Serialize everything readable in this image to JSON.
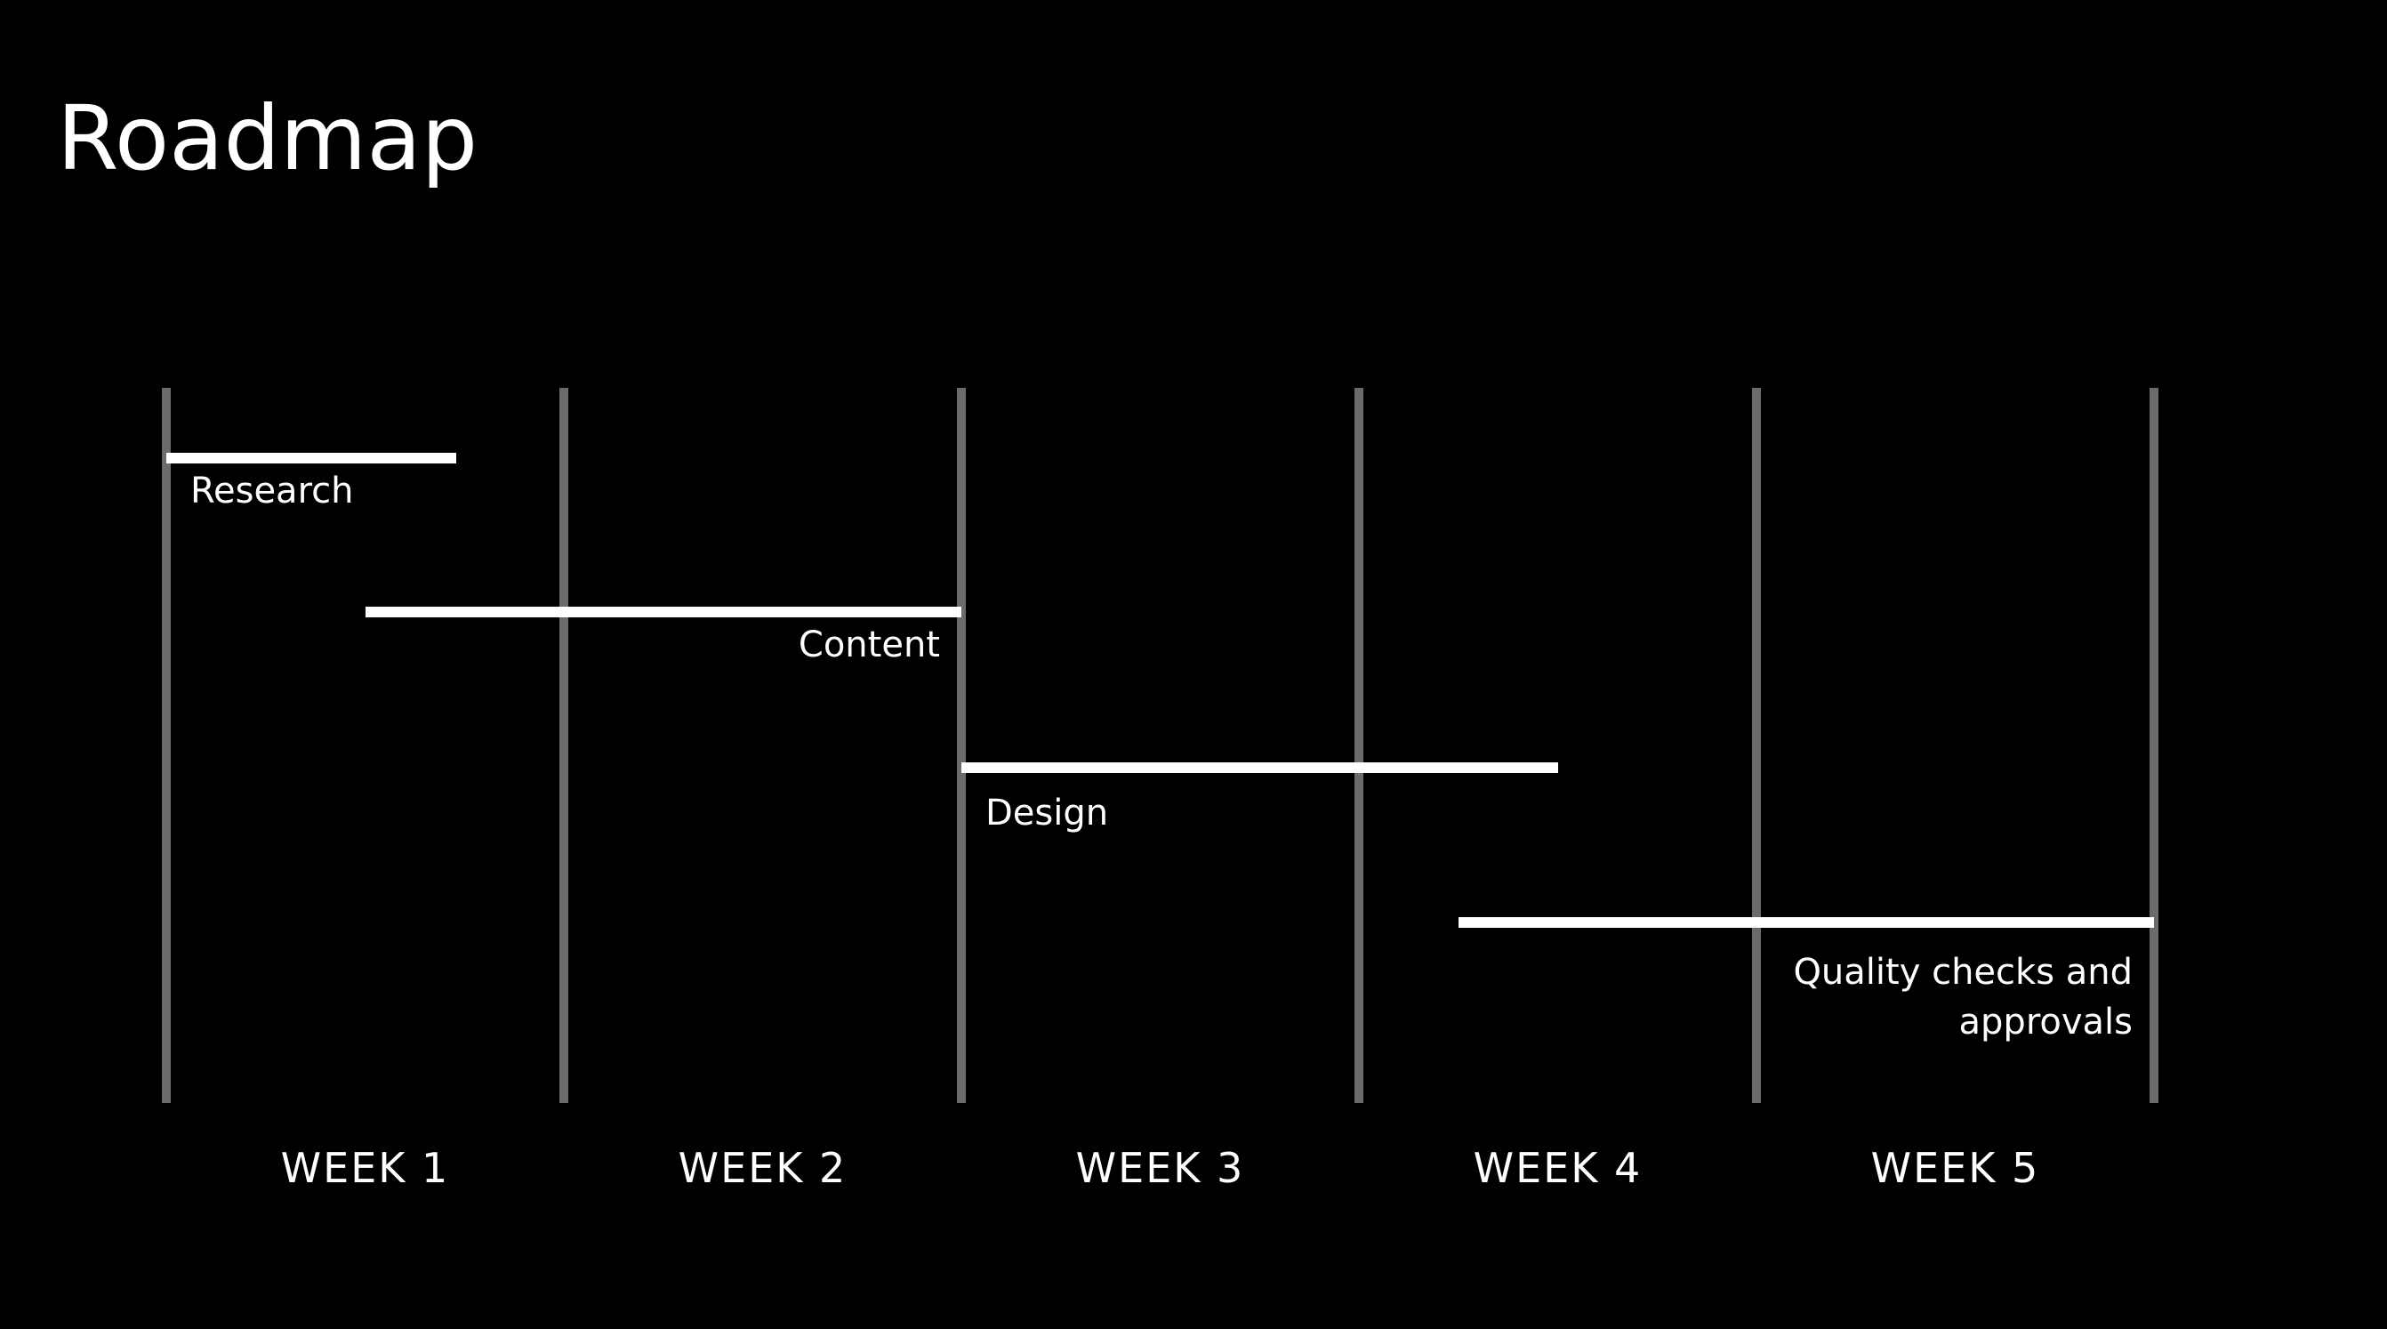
{
  "title": "Roadmap",
  "colors": {
    "background": "#000000",
    "text": "#ffffff",
    "bar": "#ffffff",
    "gridline": "#6b6b6b"
  },
  "timeline": {
    "weeks": [
      "WEEK 1",
      "WEEK 2",
      "WEEK 3",
      "WEEK 4",
      "WEEK 5"
    ],
    "tasks": [
      {
        "name": "Research",
        "start_week": 0,
        "end_week": 0.73,
        "label_align": "left"
      },
      {
        "name": "Content",
        "start_week": 0.5,
        "end_week": 2.0,
        "label_align": "right"
      },
      {
        "name": "Design",
        "start_week": 2.0,
        "end_week": 3.5,
        "label_align": "left"
      },
      {
        "name": "Quality checks and approvals",
        "start_week": 3.25,
        "end_week": 5.0,
        "label_align": "right"
      }
    ]
  }
}
